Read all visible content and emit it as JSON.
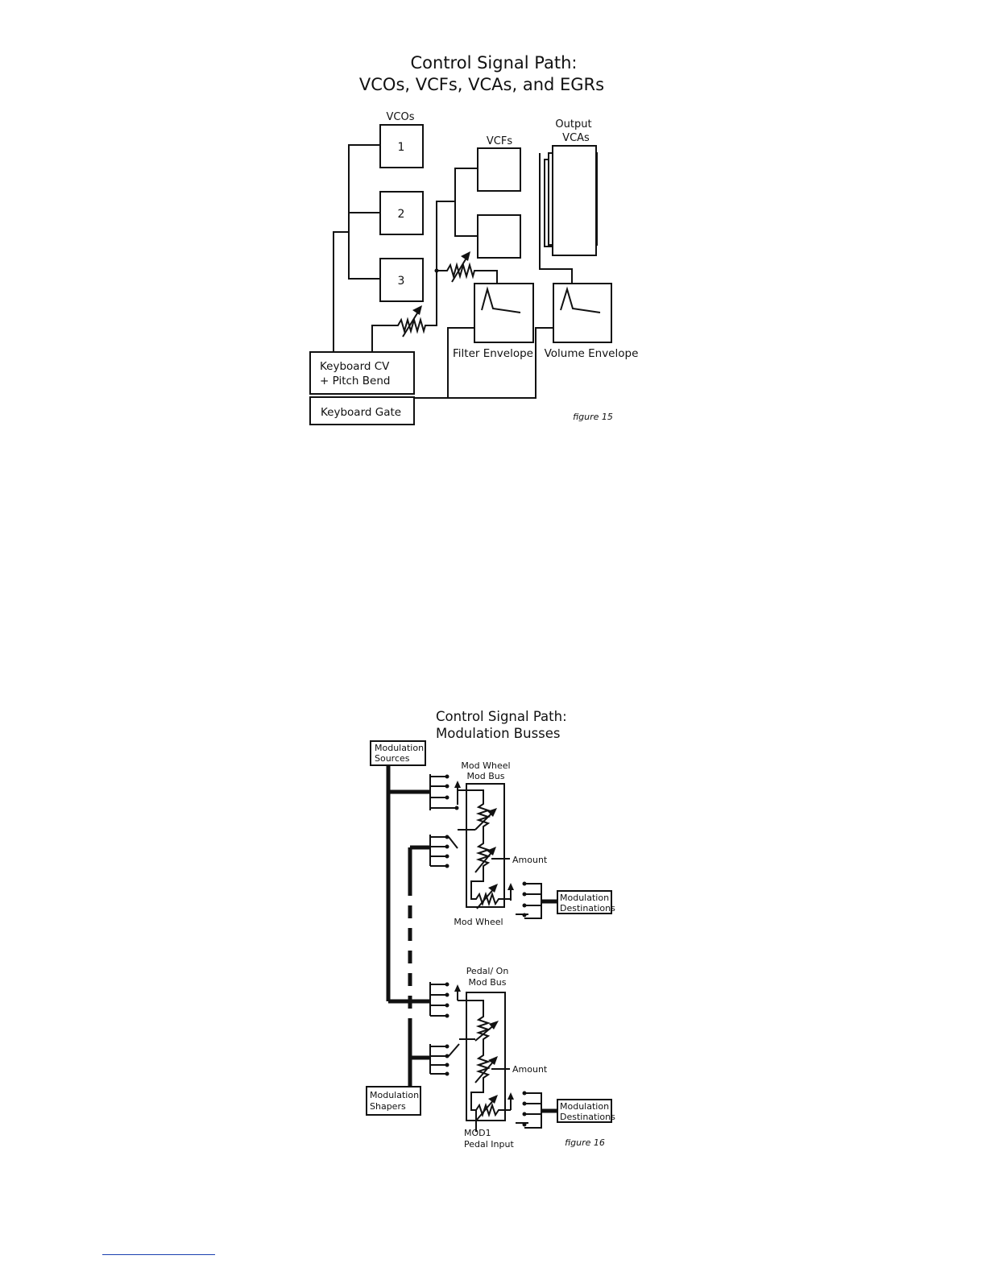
{
  "figure15": {
    "title_line1": "Control Signal Path:",
    "title_line2": "VCOs, VCFs, VCAs, and EGRs",
    "vcos_label": "VCOs",
    "vco_numbers": [
      "1",
      "2",
      "3"
    ],
    "vcfs_label": "VCFs",
    "output_label_1": "Output",
    "output_label_2": "VCAs",
    "filter_envelope": "Filter Envelope",
    "volume_envelope": "Volume Envelope",
    "keyboard_cv_1": "Keyboard CV",
    "keyboard_cv_2": "+ Pitch Bend",
    "keyboard_gate": "Keyboard Gate",
    "caption": "figure 15"
  },
  "figure16": {
    "title_line1": "Control Signal Path:",
    "title_line2": "Modulation Busses",
    "mod_sources_1": "Modulation",
    "mod_sources_2": "Sources",
    "mod_shapers_1": "Modulation",
    "mod_shapers_2": "Shapers",
    "bus1_label_1": "Mod Wheel",
    "bus1_label_2": "Mod Bus",
    "bus1_amount": "Amount",
    "bus1_bottom": "Mod Wheel",
    "bus1_dest_1": "Modulation",
    "bus1_dest_2": "Destinations",
    "bus2_label_1": "Pedal/ On",
    "bus2_label_2": "Mod Bus",
    "bus2_amount": "Amount",
    "bus2_bottom_1": "MOD1",
    "bus2_bottom_2": "Pedal Input",
    "bus2_dest_1": "Modulation",
    "bus2_dest_2": "Destinations",
    "caption": "figure 16"
  }
}
